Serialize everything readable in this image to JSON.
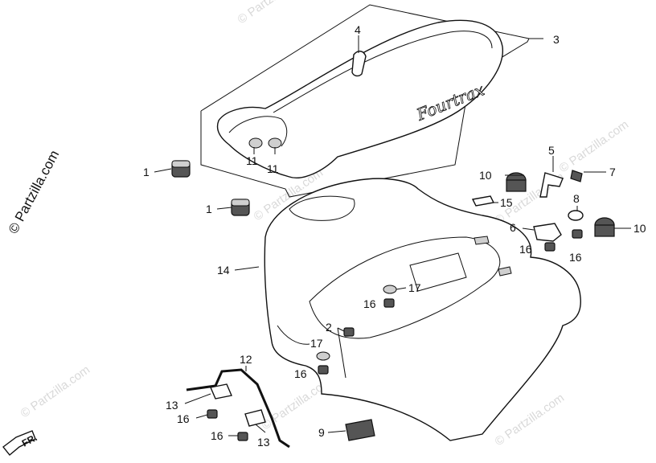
{
  "watermark": {
    "main": "© Partzilla.com",
    "tile": "© Partzilla.com"
  },
  "seat_script": "Fourtrax",
  "front_marker": "FR.",
  "callouts": {
    "c1a": "1",
    "c1b": "1",
    "c2": "2",
    "c3": "3",
    "c4": "4",
    "c5": "5",
    "c6": "6",
    "c7": "7",
    "c8": "8",
    "c9": "9",
    "c10a": "10",
    "c10b": "10",
    "c11a": "11",
    "c11b": "11",
    "c12": "12",
    "c13a": "13",
    "c13b": "13",
    "c14": "14",
    "c15": "15",
    "c16a": "16",
    "c16b": "16",
    "c16c": "16",
    "c16d": "16",
    "c16e": "16",
    "c16f": "16",
    "c17a": "17",
    "c17b": "17"
  },
  "colors": {
    "ink": "#111111",
    "watermark": "#d9d9d9",
    "paper": "#ffffff"
  }
}
